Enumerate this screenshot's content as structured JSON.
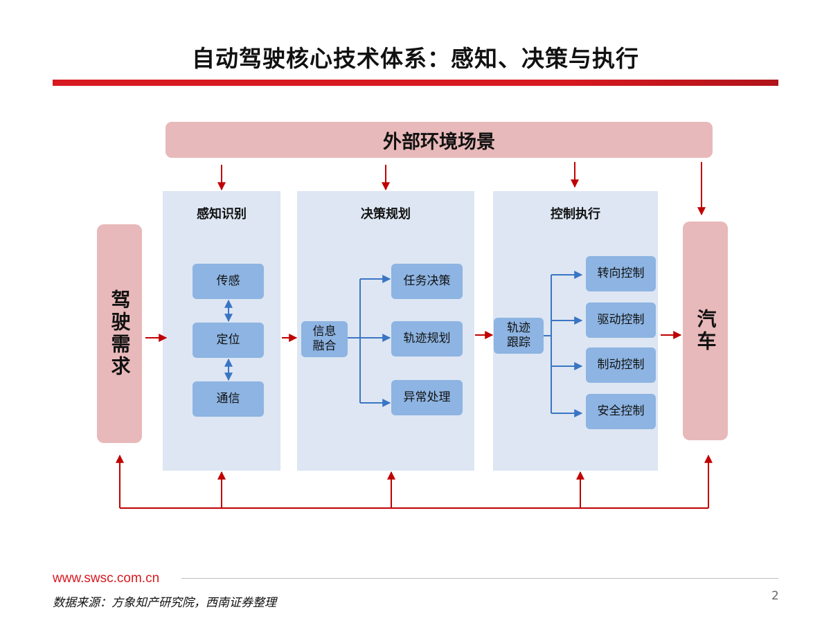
{
  "page": {
    "title": "自动驾驶核心技术体系：感知、决策与执行",
    "website": "www.swsc.com.cn",
    "source": "数据来源：方象知产研究院，西南证券整理",
    "page_number": "2"
  },
  "diagram": {
    "environment": "外部环境场景",
    "input": "驾驶需求",
    "output": "汽车",
    "perception": {
      "title": "感知识别",
      "nodes": [
        "传感",
        "定位",
        "通信"
      ]
    },
    "decision": {
      "title": "决策规划",
      "source_node": "信息融合",
      "nodes": [
        "任务决策",
        "轨迹规划",
        "异常处理"
      ]
    },
    "control": {
      "title": "控制执行",
      "source_node": "轨迹跟踪",
      "nodes": [
        "转向控制",
        "驱动控制",
        "制动控制",
        "安全控制"
      ]
    },
    "colors": {
      "accent_red": "#d71920",
      "pink_box": "#e8b9ba",
      "panel_bg": "#dde6f2",
      "node_blue": "#8db4e2",
      "arrow_blue": "#3a75c4"
    }
  }
}
